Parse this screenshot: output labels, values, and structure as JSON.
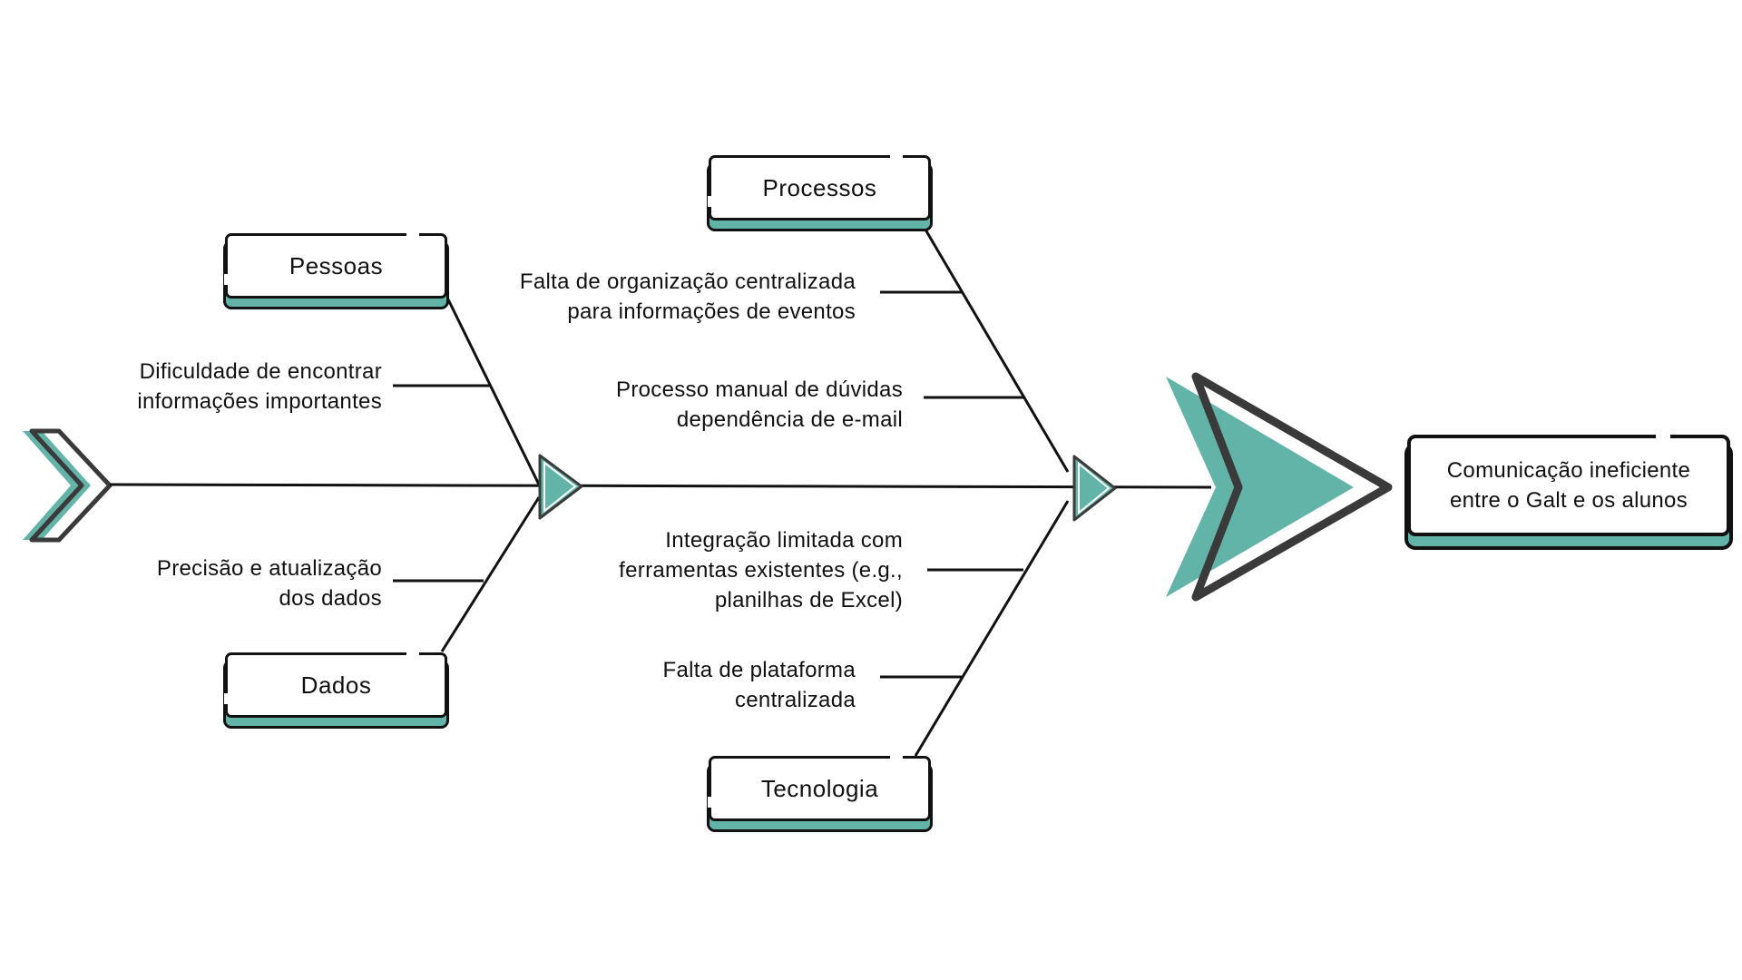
{
  "categories": {
    "pessoas": "Pessoas",
    "dados": "Dados",
    "processos": "Processos",
    "tecnologia": "Tecnologia"
  },
  "causes": {
    "pessoas_1": "Dificuldade de encontrar\ninformações importantes",
    "dados_1": "Precisão e atualização\ndos dados",
    "processos_1": "Falta de organização centralizada\npara informações de eventos",
    "processos_2": "Processo manual de dúvidas\ndependência de e-mail",
    "tecnologia_1": "Integração limitada com\nferramentas existentes (e.g.,\nplanilhas de Excel)",
    "tecnologia_2": "Falta de plataforma\ncentralizada"
  },
  "effect": "Comunicação ineficiente\nentre o Galt e os alunos",
  "colors": {
    "accent": "#63b4a8",
    "line": "#111111",
    "arrow_outline": "#3a3a3a"
  }
}
